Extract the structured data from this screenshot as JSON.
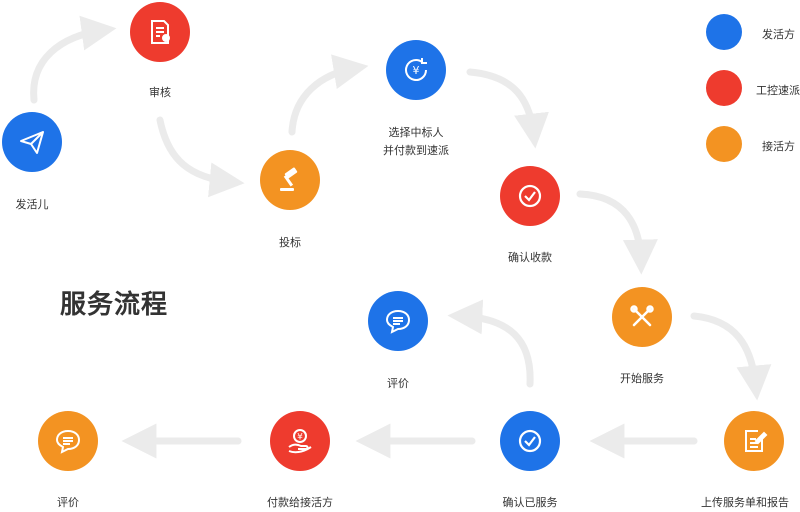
{
  "title": "服务流程",
  "colors": {
    "blue": "#1e73e8",
    "red": "#ee3b2e",
    "orange": "#f39322",
    "arrow": "#ebebeb"
  },
  "legend": [
    {
      "label": "发活方",
      "color": "#1e73e8"
    },
    {
      "label": "工控速派",
      "color": "#ee3b2e"
    },
    {
      "label": "接活方",
      "color": "#f39322"
    }
  ],
  "steps": {
    "post_task": {
      "label": "发活儿",
      "icon": "paper-plane-icon",
      "color": "#1e73e8"
    },
    "review": {
      "label": "审核",
      "icon": "document-review-icon",
      "color": "#ee3b2e"
    },
    "bid": {
      "label": "投标",
      "icon": "gavel-icon",
      "color": "#f39322"
    },
    "select_bidder": {
      "label_line1": "选择中标人",
      "label_line2": "并付款到速派",
      "icon": "yen-refresh-icon",
      "color": "#1e73e8"
    },
    "confirm_payment": {
      "label": "确认收款",
      "icon": "check-circle-icon",
      "color": "#ee3b2e"
    },
    "start_service": {
      "label": "开始服务",
      "icon": "tools-icon",
      "color": "#f39322"
    },
    "upload_report": {
      "label": "上传服务单和报告",
      "icon": "edit-report-icon",
      "color": "#f39322"
    },
    "confirm_done": {
      "label": "确认已服务",
      "icon": "check-circle-icon",
      "color": "#1e73e8"
    },
    "review_by_client": {
      "label": "评价",
      "icon": "chat-bubble-icon",
      "color": "#1e73e8"
    },
    "pay_contractor": {
      "label": "付款给接活方",
      "icon": "hand-yen-icon",
      "color": "#ee3b2e"
    },
    "review_by_contractor": {
      "label": "评价",
      "icon": "chat-bubble-icon",
      "color": "#f39322"
    }
  }
}
